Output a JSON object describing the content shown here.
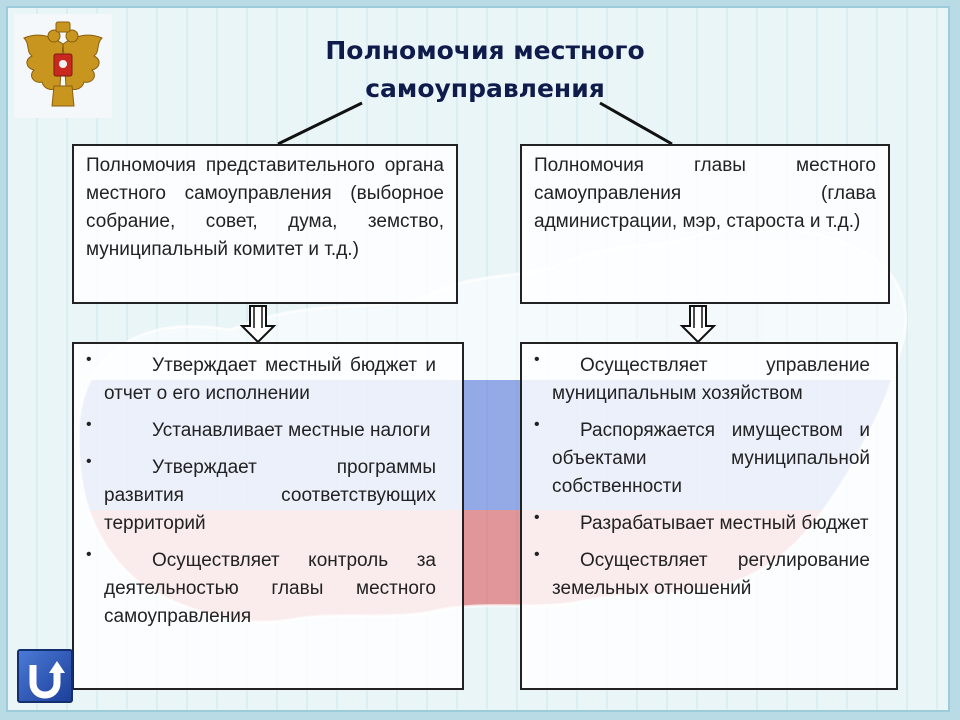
{
  "title": "Полномочия местного самоуправления",
  "representative_body": {
    "heading": "Полномочия представительного органа местного самоуправления (выборное собрание, совет, дума, земство, муниципальный комитет и т.д.)",
    "items": [
      "Утверждает местный бюджет и отчет о его исполнении",
      "Устанавливает местные налоги",
      "Утверждает программы развития соответствующих территорий",
      "Осуществляет контроль за деятельностью главы местного самоуправления"
    ]
  },
  "head_of_government": {
    "heading": "Полномочия главы местного самоуправления (глава администрации, мэр, староста и т.д.)",
    "items": [
      "Осуществляет управление муниципальным хозяйством",
      "Распоряжается имуществом и объектами муниципальной собственности",
      "Разрабатывает местный бюджет",
      "Осуществляет регулирование земельных отношений"
    ]
  },
  "icons": {
    "emblem": "russian-coat-of-arms",
    "nav": "return-arrow-icon",
    "bullet": "•"
  },
  "colors": {
    "title": "#0f1b4a",
    "flag_white": "#ffffff",
    "flag_blue": "#3b5fd6",
    "flag_red": "#d83a3a"
  }
}
